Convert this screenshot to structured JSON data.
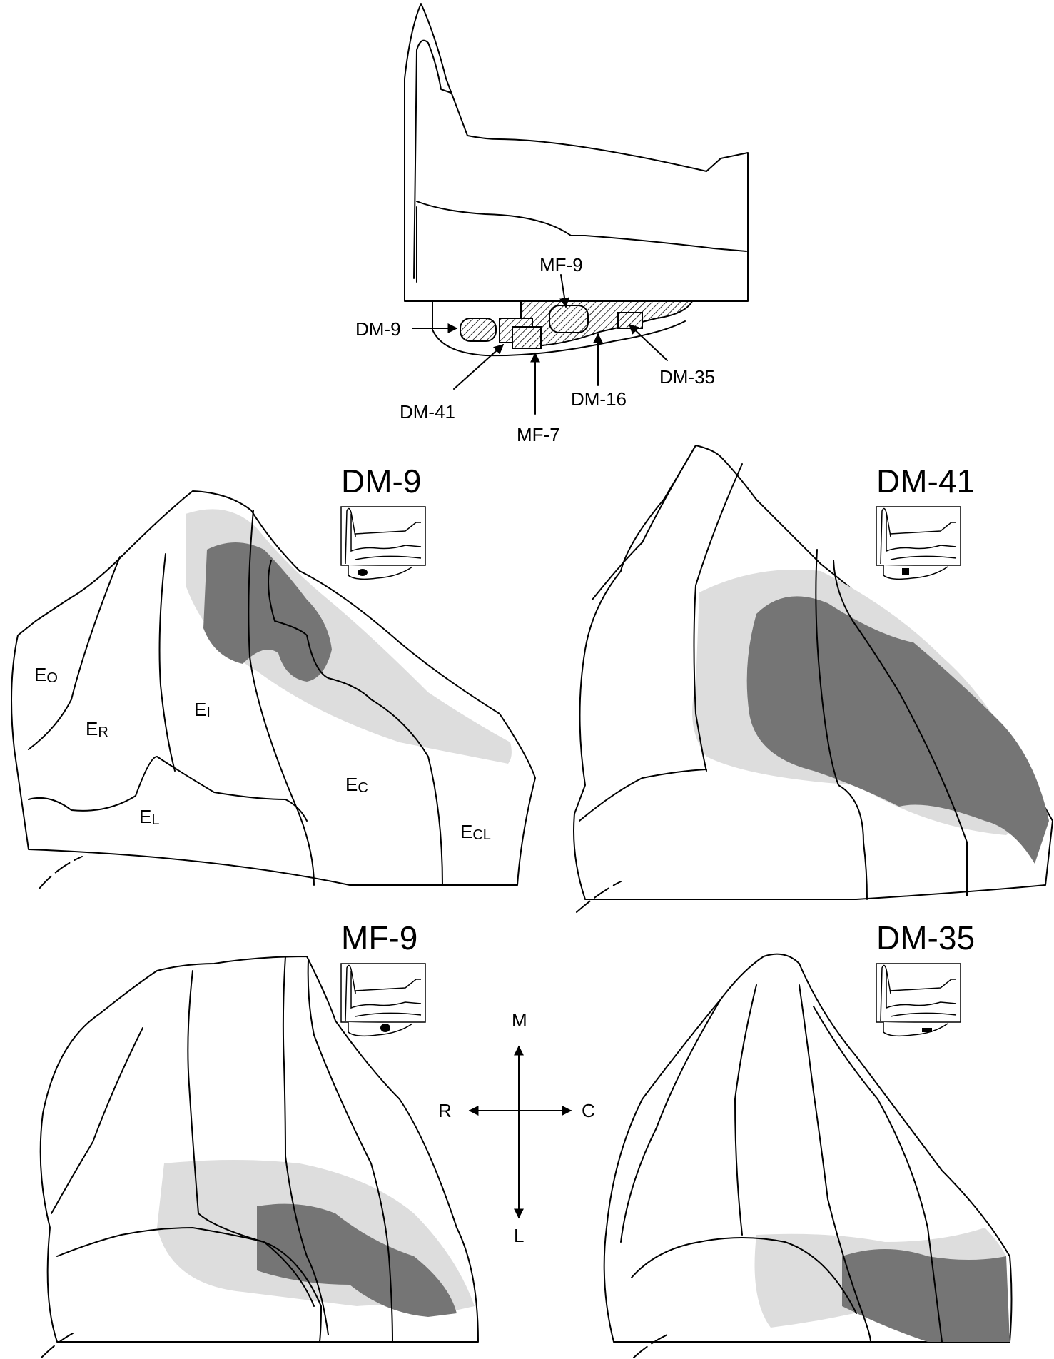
{
  "top_map": {
    "labels": {
      "mf9": "MF-9",
      "dm9": "DM-9",
      "dm41": "DM-41",
      "mf7": "MF-7",
      "dm16": "DM-16",
      "dm35": "DM-35"
    }
  },
  "panels": {
    "dm9": {
      "title": "DM-9"
    },
    "dm41": {
      "title": "DM-41"
    },
    "mf9": {
      "title": "MF-9"
    },
    "dm35": {
      "title": "DM-35"
    }
  },
  "regions": {
    "eo": {
      "main": "E",
      "sub": "O"
    },
    "er": {
      "main": "E",
      "sub": "R"
    },
    "ei": {
      "main": "E",
      "sub": "I"
    },
    "el": {
      "main": "E",
      "sub": "L"
    },
    "ec": {
      "main": "E",
      "sub": "C"
    },
    "ecl": {
      "main": "E",
      "sub": "CL"
    }
  },
  "compass": {
    "up": "M",
    "down": "L",
    "left": "R",
    "right": "C"
  },
  "colors": {
    "label_zone": "#757575",
    "light_zone": "#dddddd",
    "outline": "#000000"
  }
}
